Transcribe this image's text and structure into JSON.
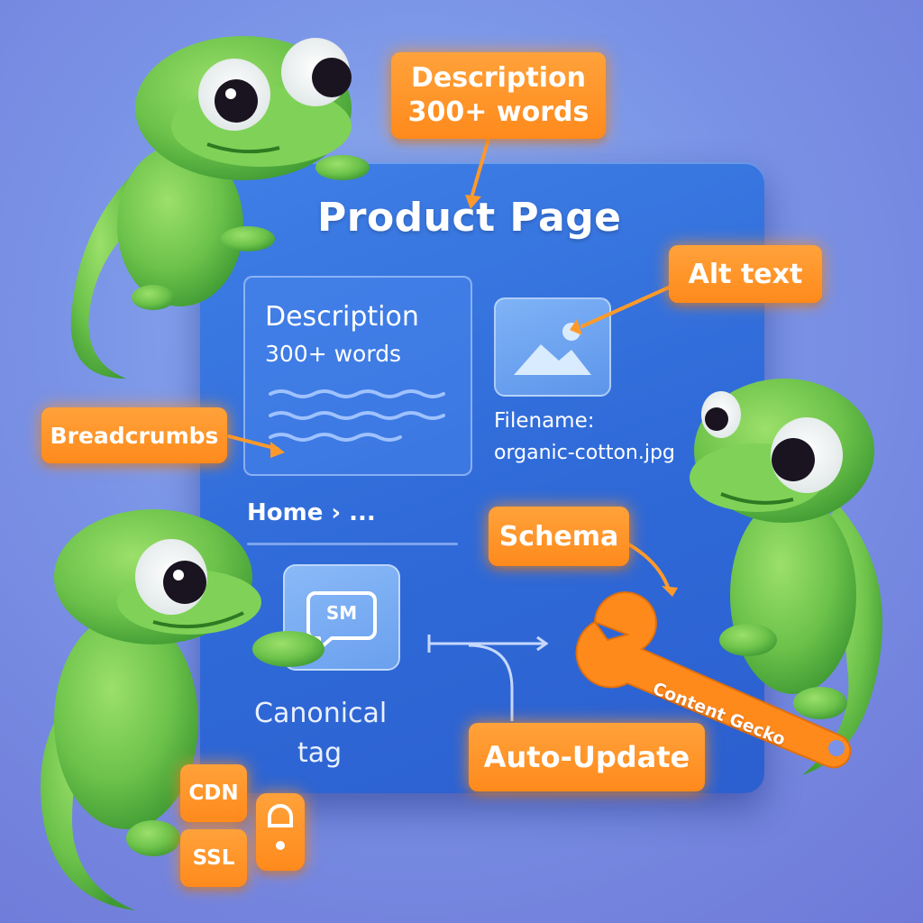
{
  "card": {
    "title": "Product Page",
    "description": {
      "title": "Description",
      "subtitle": "300+ words"
    },
    "image": {
      "filename_label": "Filename:",
      "filename_value": "organic-cotton.jpg"
    },
    "breadcrumb": "Home › ...",
    "canonical": {
      "badge": "SM",
      "line1": "Canonical",
      "line2": "tag"
    }
  },
  "callouts": {
    "description_line1": "Description",
    "description_line2": "300+ words",
    "alt_text": "Alt text",
    "breadcrumbs": "Breadcrumbs",
    "schema": "Schema",
    "auto_update": "Auto-Update",
    "cdn": "CDN",
    "ssl": "SSL"
  },
  "wrench_label": "Content Gecko",
  "colors": {
    "card_blue": "#2f6ad8",
    "callout_orange": "#ff8a1c",
    "gecko_green": "#6cc24a",
    "background": "#7a93e6"
  },
  "icons": [
    "image-icon",
    "chat-icon",
    "lock-icon",
    "wrench-icon",
    "gecko-mascot"
  ]
}
